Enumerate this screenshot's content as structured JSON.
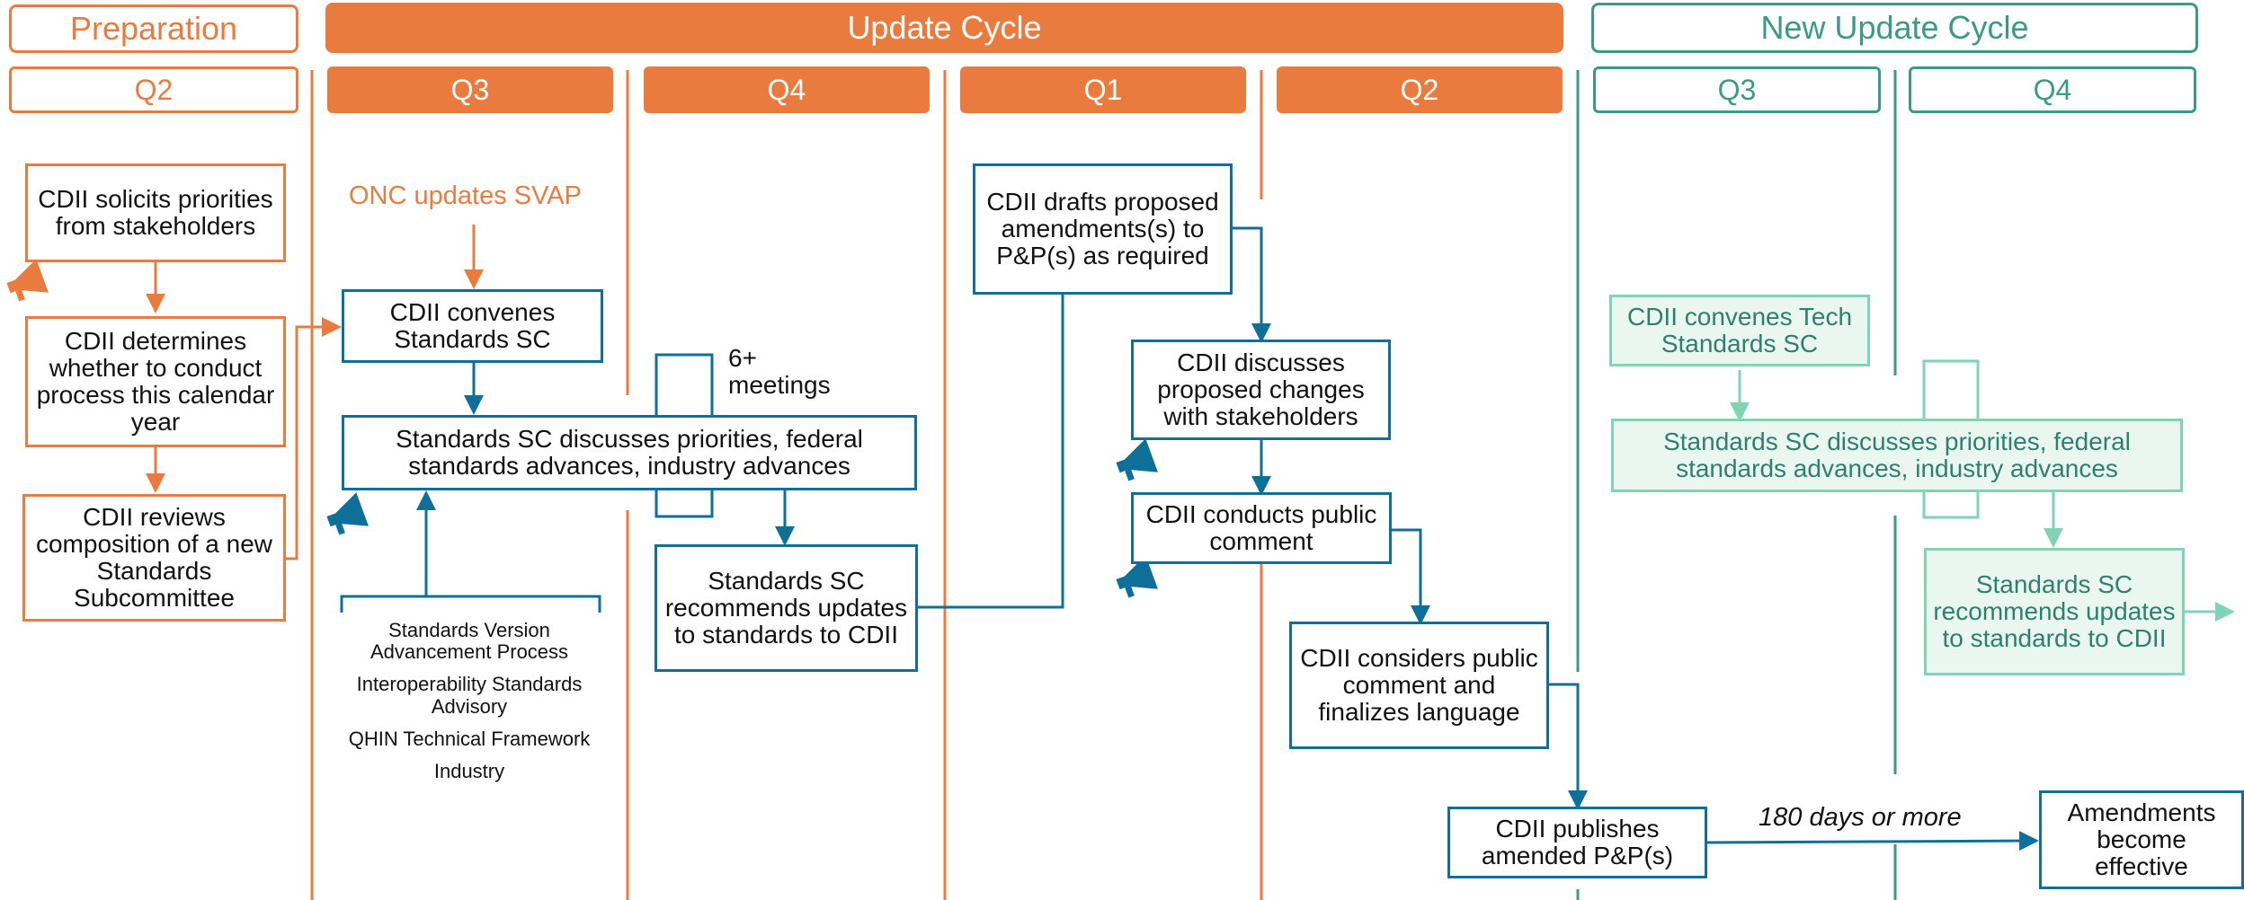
{
  "phases": {
    "preparation": "Preparation",
    "update_cycle": "Update Cycle",
    "new_update_cycle": "New Update Cycle"
  },
  "quarters": {
    "prep_q2": "Q2",
    "q3": "Q3",
    "q4": "Q4",
    "q1": "Q1",
    "q2": "Q2",
    "new_q3": "Q3",
    "new_q4": "Q4"
  },
  "preparation": {
    "solicit": "CDII solicits priorities from stakeholders",
    "determine": "CDII determines whether to conduct process this calendar year",
    "review": "CDII reviews composition of a new Standards Subcommittee"
  },
  "update": {
    "onc": "ONC updates SVAP",
    "convenes": "CDII convenes Standards SC",
    "discusses": "Standards SC discusses priorities, federal standards advances, industry advances",
    "meetings": "6+ meetings",
    "recommends": "Standards SC recommends updates to standards to CDII",
    "drafts": "CDII drafts proposed amendments(s) to P&P(s) as required",
    "discuss_changes": "CDII discusses proposed changes with stakeholders",
    "public_comment": "CDII conducts public comment",
    "considers": "CDII considers public comment and finalizes language",
    "publishes": "CDII publishes amended P&P(s)",
    "days": "180 days or more",
    "effective": "Amendments become effective"
  },
  "sources": [
    "Standards Version Advancement Process",
    "Interoperability Standards Advisory",
    "QHIN Technical Framework",
    "Industry"
  ],
  "new_cycle": {
    "convenes": "CDII convenes Tech Standards SC",
    "discusses": "Standards SC discusses priorities, federal standards advances, industry advances",
    "recommends": "Standards SC recommends updates to standards to CDII"
  },
  "icons": {
    "stakeholder_engagement": "megaphone-icon"
  },
  "colors": {
    "orange": "#ea7b3e",
    "blue": "#0e6f98",
    "green": "#3a9a83",
    "light_green": "#7fd4b6",
    "light_green_fill": "#eaf7f1"
  }
}
